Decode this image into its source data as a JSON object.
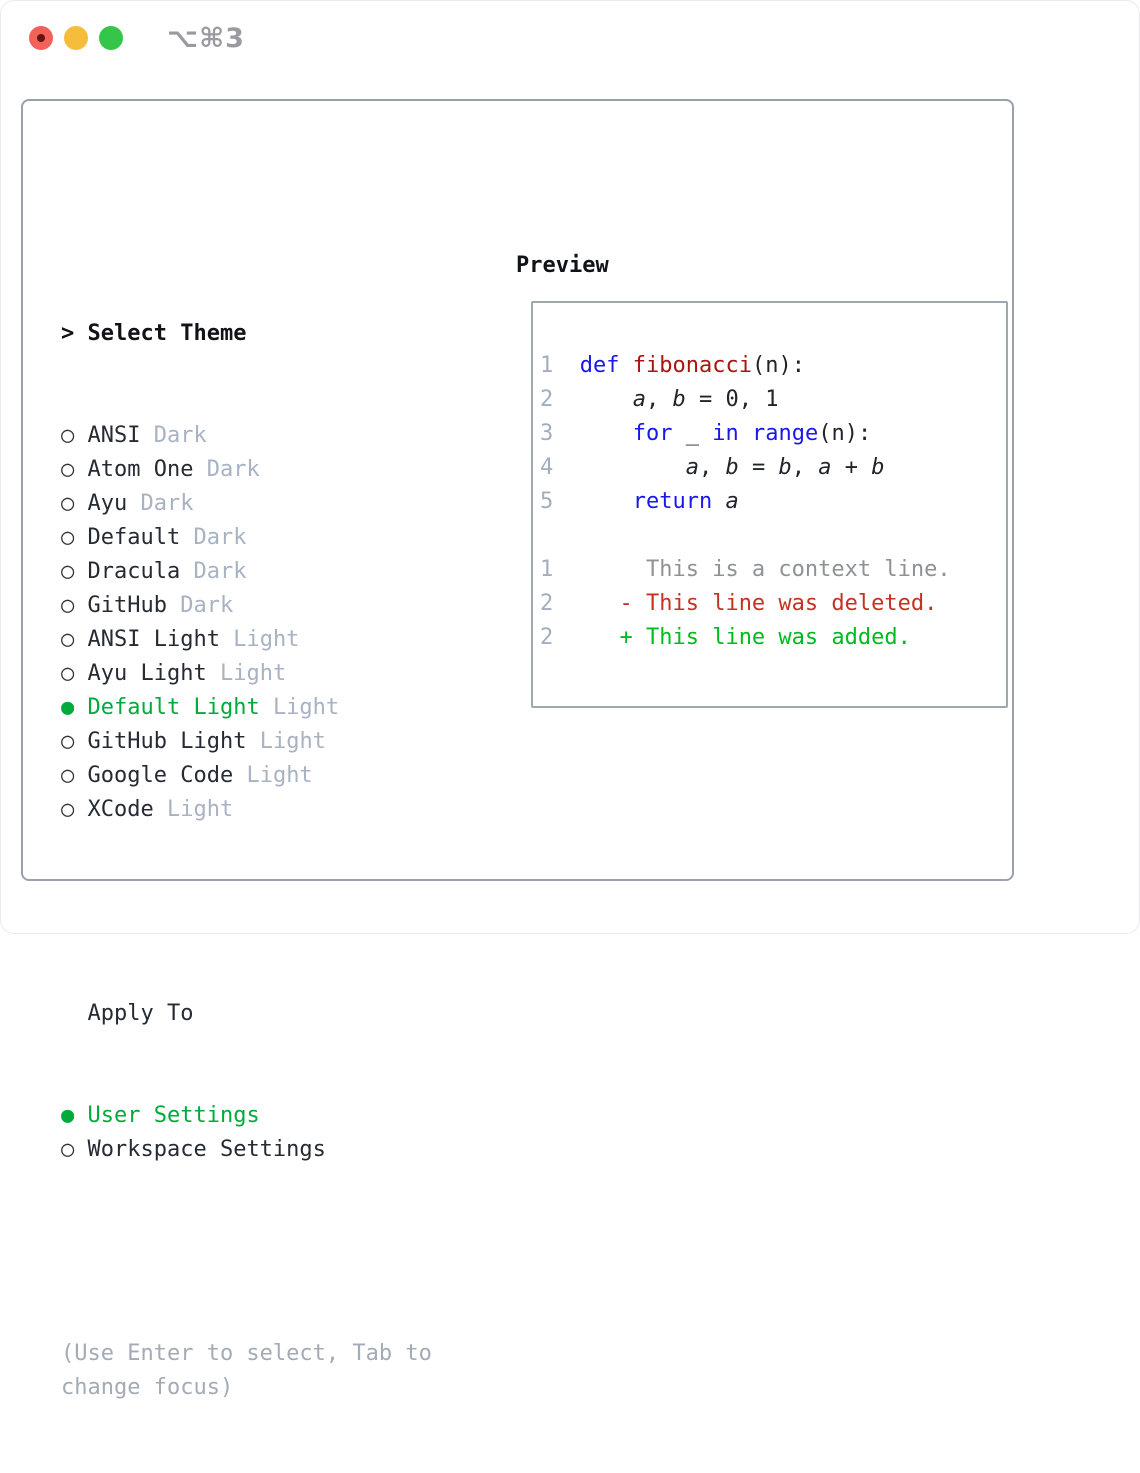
{
  "titlebar": {
    "shortcut": "⌥⌘3"
  },
  "glyphs": {
    "cursor": ">",
    "radio_off": "○",
    "radio_on": "●"
  },
  "colors": {
    "traffic_red": "#f4605a",
    "traffic_red_dot": "#64150f",
    "traffic_yellow": "#f6bd3b",
    "traffic_green": "#35c549",
    "shortcut_text": "#9a9aa0",
    "panel_border": "#99a1ac",
    "preview_border": "#9fa7b1",
    "header_text": "#101318",
    "main_text": "#262b33",
    "bullet_ring": "#2f343b",
    "variant_text": "#a8b2c2",
    "selected_green": "#00ab3c",
    "help_text": "#a3abb6",
    "line_number": "#a2adbd",
    "code_text": "#20242b",
    "keyword_blue": "#1a18e8",
    "function_red": "#a91511",
    "context_gray": "#8e9297",
    "deleted_red": "#c53220",
    "added_green": "#00bb1d"
  },
  "theme_panel": {
    "title": "Select Theme",
    "themes": [
      {
        "name": "ANSI",
        "variant": "Dark",
        "selected": false
      },
      {
        "name": "Atom One",
        "variant": "Dark",
        "selected": false
      },
      {
        "name": "Ayu",
        "variant": "Dark",
        "selected": false
      },
      {
        "name": "Default",
        "variant": "Dark",
        "selected": false
      },
      {
        "name": "Dracula",
        "variant": "Dark",
        "selected": false
      },
      {
        "name": "GitHub",
        "variant": "Dark",
        "selected": false
      },
      {
        "name": "ANSI Light",
        "variant": "Light",
        "selected": false
      },
      {
        "name": "Ayu Light",
        "variant": "Light",
        "selected": false
      },
      {
        "name": "Default Light",
        "variant": "Light",
        "selected": true
      },
      {
        "name": "GitHub Light",
        "variant": "Light",
        "selected": false
      },
      {
        "name": "Google Code",
        "variant": "Light",
        "selected": false
      },
      {
        "name": "XCode",
        "variant": "Light",
        "selected": false
      }
    ]
  },
  "apply_panel": {
    "title": "Apply To",
    "options": [
      {
        "label": "User Settings",
        "selected": true
      },
      {
        "label": "Workspace Settings",
        "selected": false
      }
    ]
  },
  "help_text": "(Use Enter to select, Tab to change focus)",
  "preview": {
    "title": "Preview",
    "lines": [
      {
        "segments": [
          {
            "t": "1",
            "s": "num"
          },
          {
            "t": "  ",
            "s": "plain"
          },
          {
            "t": "def",
            "s": "kw"
          },
          {
            "t": " ",
            "s": "plain"
          },
          {
            "t": "fibonacci",
            "s": "fn"
          },
          {
            "t": "(n):",
            "s": "plain"
          }
        ]
      },
      {
        "segments": [
          {
            "t": "2",
            "s": "num"
          },
          {
            "t": "      ",
            "s": "plain"
          },
          {
            "t": "a",
            "s": "var"
          },
          {
            "t": ", ",
            "s": "plain"
          },
          {
            "t": "b",
            "s": "var"
          },
          {
            "t": " = 0, 1",
            "s": "plain"
          }
        ]
      },
      {
        "segments": [
          {
            "t": "3",
            "s": "num"
          },
          {
            "t": "      ",
            "s": "plain"
          },
          {
            "t": "for",
            "s": "kw"
          },
          {
            "t": " _ ",
            "s": "plain"
          },
          {
            "t": "in",
            "s": "kw"
          },
          {
            "t": " ",
            "s": "plain"
          },
          {
            "t": "range",
            "s": "kw"
          },
          {
            "t": "(n):",
            "s": "plain"
          }
        ]
      },
      {
        "segments": [
          {
            "t": "4",
            "s": "num"
          },
          {
            "t": "          ",
            "s": "plain"
          },
          {
            "t": "a",
            "s": "var"
          },
          {
            "t": ", ",
            "s": "plain"
          },
          {
            "t": "b",
            "s": "var"
          },
          {
            "t": " = ",
            "s": "plain"
          },
          {
            "t": "b",
            "s": "var"
          },
          {
            "t": ", ",
            "s": "plain"
          },
          {
            "t": "a",
            "s": "var"
          },
          {
            "t": " + ",
            "s": "plain"
          },
          {
            "t": "b",
            "s": "var"
          }
        ]
      },
      {
        "segments": [
          {
            "t": "5",
            "s": "num"
          },
          {
            "t": "      ",
            "s": "plain"
          },
          {
            "t": "return",
            "s": "kw"
          },
          {
            "t": " ",
            "s": "plain"
          },
          {
            "t": "a",
            "s": "var"
          }
        ]
      },
      {
        "segments": []
      },
      {
        "segments": [
          {
            "t": "1",
            "s": "num"
          },
          {
            "t": "       ",
            "s": "plain"
          },
          {
            "t": "This is a context line.",
            "s": "ctx"
          }
        ]
      },
      {
        "segments": [
          {
            "t": "2",
            "s": "num"
          },
          {
            "t": "     ",
            "s": "plain"
          },
          {
            "t": "- This line was deleted.",
            "s": "del"
          }
        ]
      },
      {
        "segments": [
          {
            "t": "2",
            "s": "num"
          },
          {
            "t": "     ",
            "s": "plain"
          },
          {
            "t": "+ This line was added.",
            "s": "add"
          }
        ]
      }
    ]
  }
}
